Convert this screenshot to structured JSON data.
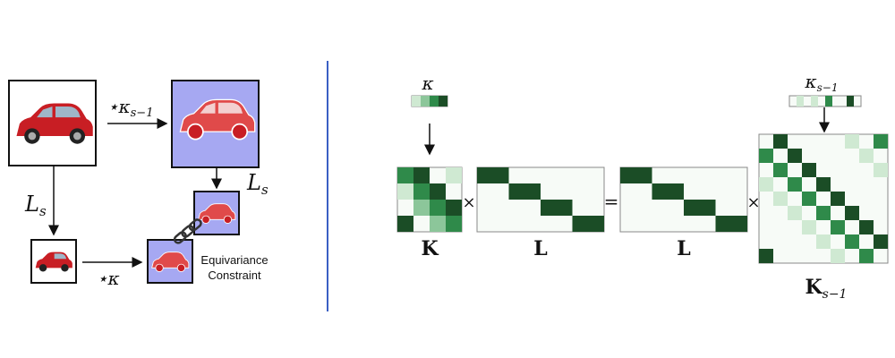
{
  "colors": {
    "divider": "#3a5fc4",
    "feature_bg": "#a6a8f2",
    "car_red": "#c81e24",
    "green_dark": "#1b4d26",
    "green_mid": "#2f8a4a",
    "green_light": "#8cc69a",
    "green_pale": "#cfe9d2",
    "matrix_border": "#888888"
  },
  "left_panel": {
    "top_arrow_label": "⋆κ",
    "top_arrow_sub": "s−1",
    "bottom_arrow_label": "⋆κ",
    "left_arrow_label": "L",
    "left_arrow_sub": "s",
    "right_arrow_label": "L",
    "right_arrow_sub": "s",
    "constraint_line1": "Equivariance",
    "constraint_line2": "Constraint"
  },
  "right_panel": {
    "kappa_label": "κ",
    "kappa_s_label": "κ",
    "kappa_s_sub": "s−1",
    "K_label": "K",
    "L1_label": "L",
    "L2_label": "L",
    "Ks_label": "K",
    "Ks_sub": "s−1",
    "times1": "×",
    "equals": "=",
    "times2": "×",
    "kappa_cells": [
      "pale",
      "light",
      "mid",
      "dark"
    ],
    "kappa_s_cells": [
      "none",
      "pale",
      "none",
      "pale",
      "none",
      "mid",
      "none",
      "none",
      "dark",
      "none"
    ],
    "K_matrix": [
      [
        "mid",
        "dark",
        "none",
        "pale"
      ],
      [
        "pale",
        "mid",
        "dark",
        "none"
      ],
      [
        "none",
        "light",
        "mid",
        "dark"
      ],
      [
        "dark",
        "none",
        "light",
        "mid"
      ]
    ],
    "L_matrix": [
      [
        "dark",
        "none",
        "none",
        "none"
      ],
      [
        "none",
        "dark",
        "none",
        "none"
      ],
      [
        "none",
        "none",
        "dark",
        "none"
      ],
      [
        "none",
        "none",
        "none",
        "dark"
      ]
    ],
    "Ks_matrix": [
      [
        "none",
        "dark",
        "none",
        "none",
        "none",
        "none",
        "pale",
        "none",
        "mid"
      ],
      [
        "mid",
        "none",
        "dark",
        "none",
        "none",
        "none",
        "none",
        "pale",
        "none"
      ],
      [
        "none",
        "mid",
        "none",
        "dark",
        "none",
        "none",
        "none",
        "none",
        "pale"
      ],
      [
        "pale",
        "none",
        "mid",
        "none",
        "dark",
        "none",
        "none",
        "none",
        "none"
      ],
      [
        "none",
        "pale",
        "none",
        "mid",
        "none",
        "dark",
        "none",
        "none",
        "none"
      ],
      [
        "none",
        "none",
        "pale",
        "none",
        "mid",
        "none",
        "dark",
        "none",
        "none"
      ],
      [
        "none",
        "none",
        "none",
        "pale",
        "none",
        "mid",
        "none",
        "dark",
        "none"
      ],
      [
        "none",
        "none",
        "none",
        "none",
        "pale",
        "none",
        "mid",
        "none",
        "dark"
      ],
      [
        "dark",
        "none",
        "none",
        "none",
        "none",
        "pale",
        "none",
        "mid",
        "none"
      ]
    ]
  }
}
